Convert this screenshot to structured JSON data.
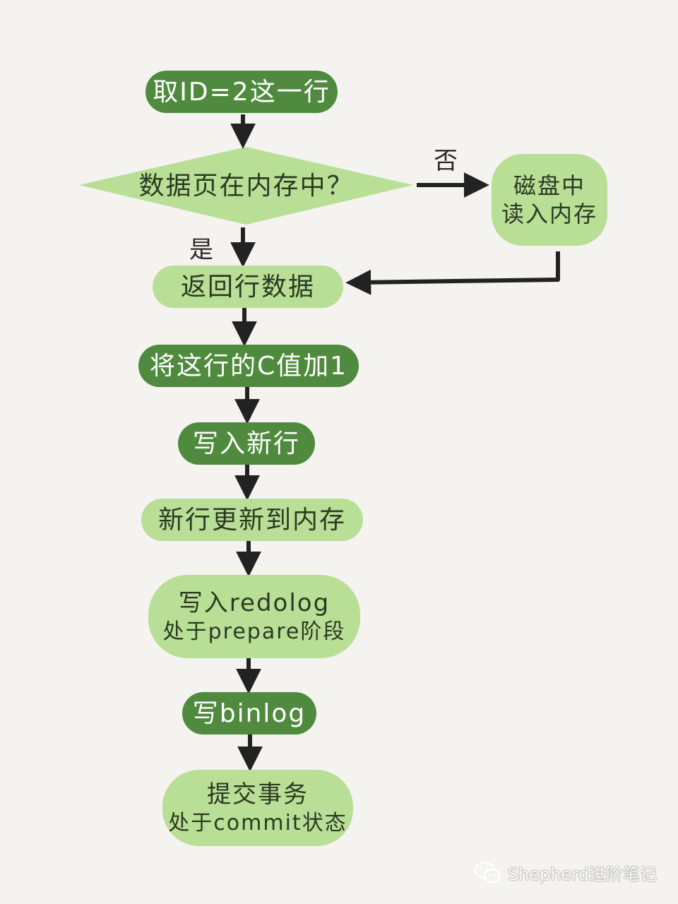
{
  "nodes": {
    "start": "取ID=2这一行",
    "decision": "数据页在内存中？",
    "disk_line1": "磁盘中",
    "disk_line2": "读入内存",
    "return_row": "返回行数据",
    "add_one": "将这行的C值加1",
    "write_row": "写入新行",
    "update_mem": "新行更新到内存",
    "redo_line1": "写入redolog",
    "redo_line2": "处于prepare阶段",
    "binlog": "写binlog",
    "commit_line1": "提交事务",
    "commit_line2": "处于commit状态"
  },
  "edge_labels": {
    "no": "否",
    "yes": "是"
  },
  "watermark": {
    "text": "Shepherd进阶笔记",
    "icon": "wechat-icon"
  },
  "colors": {
    "dark_green": "#4f8a3e",
    "light_green": "#b9de95",
    "arrow": "#222222"
  }
}
